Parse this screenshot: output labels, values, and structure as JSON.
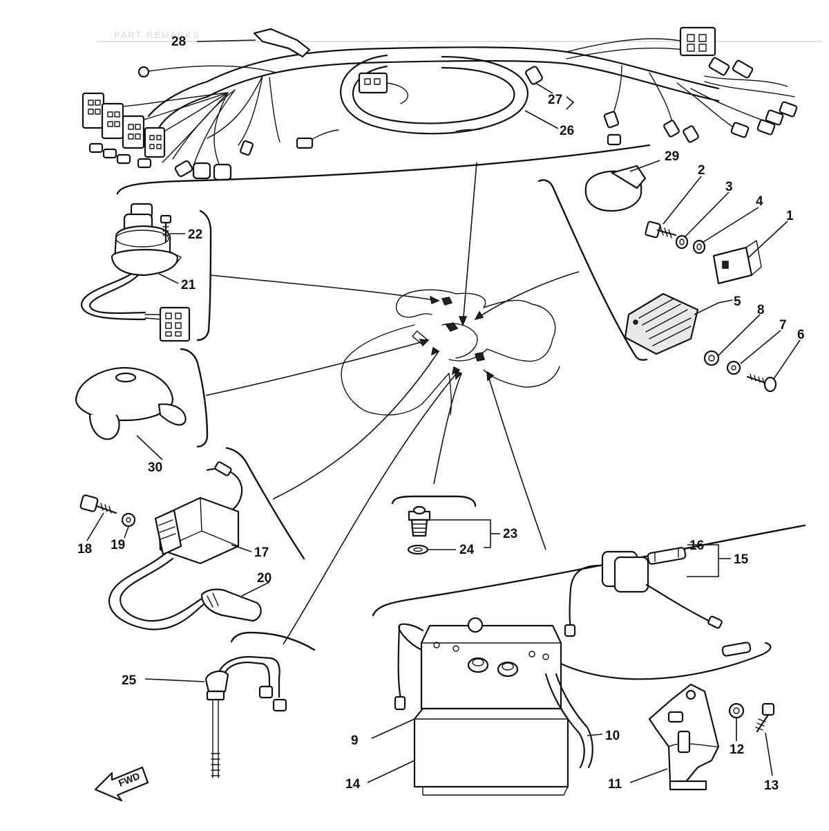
{
  "diagram": {
    "parts": [
      {
        "id": "1",
        "label": "1"
      },
      {
        "id": "2",
        "label": "2"
      },
      {
        "id": "3",
        "label": "3"
      },
      {
        "id": "4",
        "label": "4"
      },
      {
        "id": "5",
        "label": "5"
      },
      {
        "id": "6",
        "label": "6"
      },
      {
        "id": "7",
        "label": "7"
      },
      {
        "id": "8",
        "label": "8"
      },
      {
        "id": "9",
        "label": "9"
      },
      {
        "id": "10",
        "label": "10"
      },
      {
        "id": "11",
        "label": "11"
      },
      {
        "id": "12",
        "label": "12"
      },
      {
        "id": "13",
        "label": "13"
      },
      {
        "id": "14",
        "label": "14"
      },
      {
        "id": "15",
        "label": "15"
      },
      {
        "id": "16",
        "label": "16"
      },
      {
        "id": "17",
        "label": "17"
      },
      {
        "id": "18",
        "label": "18"
      },
      {
        "id": "19",
        "label": "19"
      },
      {
        "id": "20",
        "label": "20"
      },
      {
        "id": "21",
        "label": "21"
      },
      {
        "id": "22",
        "label": "22"
      },
      {
        "id": "23",
        "label": "23"
      },
      {
        "id": "24",
        "label": "24"
      },
      {
        "id": "25",
        "label": "25"
      },
      {
        "id": "26",
        "label": "26"
      },
      {
        "id": "27",
        "label": "27"
      },
      {
        "id": "28",
        "label": "28"
      },
      {
        "id": "29",
        "label": "29"
      },
      {
        "id": "30",
        "label": "30"
      }
    ],
    "direction_label": "FWD",
    "header_ghost_text": "PART REMARKS",
    "colors": {
      "ink": "#111111",
      "paper": "#ffffff"
    }
  }
}
